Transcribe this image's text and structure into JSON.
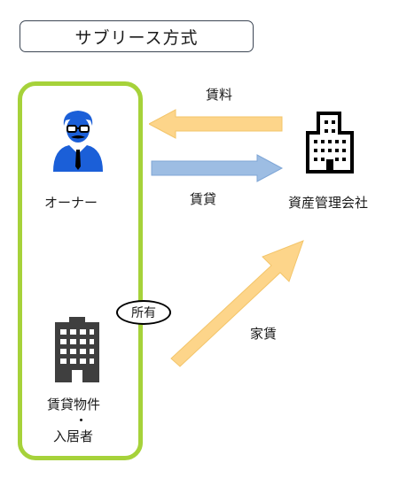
{
  "title": "サブリース方式",
  "owner": {
    "label": "オーナー"
  },
  "company": {
    "label": "資産管理会社"
  },
  "property": {
    "line1": "賃貸物件",
    "line2": "・",
    "line3": "入居者"
  },
  "flows": {
    "company_to_owner": "賃料",
    "owner_to_company": "賃貸",
    "tenant_to_company": "家賃"
  },
  "ownership_label": "所有",
  "colors": {
    "frame": "#a6d23a",
    "arrow_orange": "#fdd58a",
    "arrow_blue": "#9dbde3",
    "icon_blue": "#1b5fd8"
  }
}
